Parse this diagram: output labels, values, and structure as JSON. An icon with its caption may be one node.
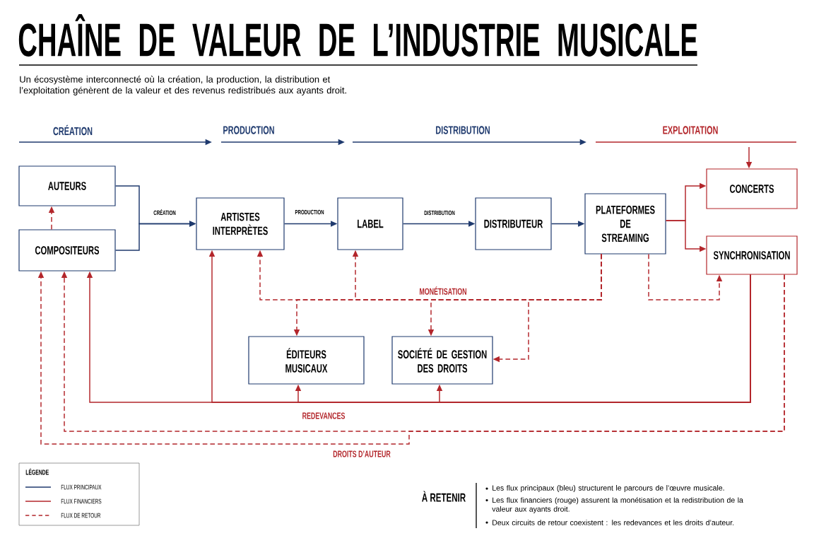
{
  "diagram": {
    "title": "CHAÎNE DE VALEUR DE L’INDUSTRIE MUSICALE",
    "nodes": [
      {
        "text": [
          "AUTEURS"
        ]
      },
      {
        "text": [
          "COMPOSITEURS"
        ]
      },
      {
        "text": [
          "ARTISTES INTERPRÈTES"
        ]
      },
      {
        "text": [
          "LABEL"
        ]
      },
      {
        "text": [
          "DISTRIBUTEUR"
        ]
      },
      {
        "text": [
          "PLATEFORMES DE STREAMING"
        ]
      },
      {
        "text": [
          "CONCERTS"
        ]
      },
      {
        "text": [
          "SYNCHRONISATION"
        ]
      },
      {
        "text": [
          "ÉDITEURS MUSICAUX"
        ]
      },
      {
        "text": [
          "SOCIÉTÉ DE GESTION DES DROITS"
        ]
      }
    ],
    "edges": [
      {
        "from": 1,
        "to": 0,
        "arrow": "to",
        "style": "dashed"
      },
      {
        "from": 0,
        "to": 2,
        "arrow": "to",
        "label": "CRÉATION",
        "color": "#1f3a6e"
      },
      {
        "from": 1,
        "to": 2,
        "arrow": "to",
        "color": "#1f3a6e"
      },
      {
        "from": 2,
        "to": 3,
        "arrow": "to",
        "label": "PRODUCTION",
        "color": "#1f3a6e"
      },
      {
        "from": 3,
        "to": 4,
        "arrow": "to",
        "label": "DISTRIBUTION",
        "color": "#1f3a6e"
      },
      {
        "from": 4,
        "to": 5,
        "arrow": "to",
        "color": "#1f3a6e"
      },
      {
        "from": 5,
        "to": 6,
        "arrow": "to"
      },
      {
        "from": 5,
        "to": 7,
        "arrow": "to"
      },
      {
        "from": 5,
        "to": 2,
        "arrow": "to",
        "style": "dashed",
        "label": "MONÉTISATION"
      },
      {
        "from": 5,
        "to": 3,
        "arrow": "to",
        "style": "dashed"
      },
      {
        "from": 5,
        "to": 8,
        "arrow": "to",
        "style": "dashed"
      },
      {
        "from": 5,
        "to": 9,
        "arrow": "to",
        "style": "dashed"
      },
      {
        "from": 5,
        "to": 9,
        "arrow": "to",
        "style": "dashed"
      },
      {
        "from": 5,
        "to": 7,
        "arrow": "to",
        "style": "dashed"
      },
      {
        "from": 7,
        "to": 1,
        "arrow": "to",
        "label": "REDEVANCES"
      },
      {
        "from": 7,
        "to": 2,
        "arrow": "to"
      },
      {
        "from": 7,
        "to": 8,
        "arrow": "to"
      },
      {
        "from": 7,
        "to": 9,
        "arrow": "to"
      },
      {
        "from": 7,
        "to": 1,
        "arrow": "to",
        "style": "dashed"
      },
      {
        "from": 7,
        "to": 1,
        "arrow": "to",
        "style": "dashed",
        "label": "DROITS D’AUTEUR"
      },
      {
        "from": null,
        "to": 6,
        "arrow": "to"
      }
    ],
    "labels": [
      "Un écosystème interconnecté où la création, la production, la distribution et l’exploitation génèrent de la valeur et des revenus redistribués aux ayants droit.",
      "CRÉATION",
      "PRODUCTION",
      "DISTRIBUTION",
      "EXPLOITATION",
      "LÉGENDE",
      "À RETENIR",
      "Les flux principaux (bleu) structurent le parcours de l’œuvre musicale.",
      "Les flux financiers (rouge) assurent la monétisation et la redistribution de la valeur aux ayants droit.",
      "Deux circuits de retour coexistent : les redevances et les droits d’auteur."
    ],
    "legend": [
      {
        "text": "FLUX PRINCIPAUX"
      },
      {
        "text": "FLUX FINANCIERS"
      },
      {
        "text": "FLUX DE RETOUR"
      }
    ]
  }
}
